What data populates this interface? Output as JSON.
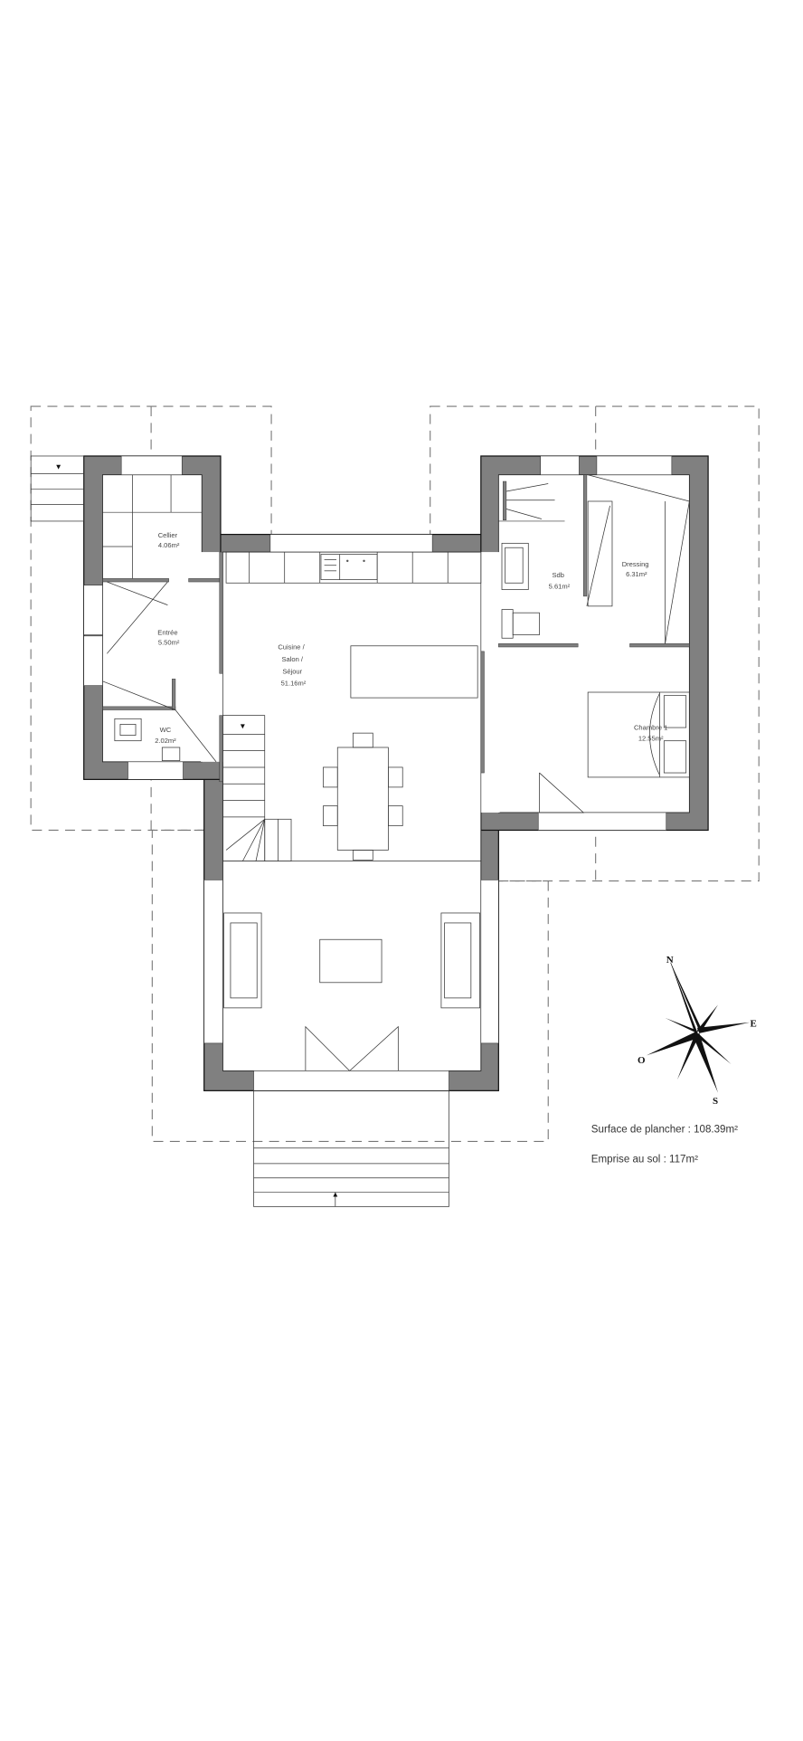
{
  "rooms": {
    "cellier": {
      "name": "Cellier",
      "area": "4.06m²"
    },
    "entree": {
      "name": "Entrée",
      "area": "5.50m²"
    },
    "wc": {
      "name": "WC",
      "area": "2.02m²"
    },
    "sejour": {
      "line1": "Cuisine /",
      "line2": "Salon /",
      "line3": "Séjour",
      "area": "51.16m²"
    },
    "sdb": {
      "name": "Sdb",
      "area": "5.61m²"
    },
    "dressing": {
      "name": "Dressing",
      "area": "6.31m²"
    },
    "chambre1": {
      "name": "Chambre 1",
      "area": "12.55m²"
    }
  },
  "summary": {
    "surface_plancher": "Surface de plancher : 108.39m²",
    "emprise_sol": "Emprise au sol : 117m²"
  },
  "compass": {
    "n": "N",
    "e": "E",
    "w": "O",
    "s": "S"
  },
  "colors": {
    "wall": "#808080",
    "line": "#222222"
  }
}
